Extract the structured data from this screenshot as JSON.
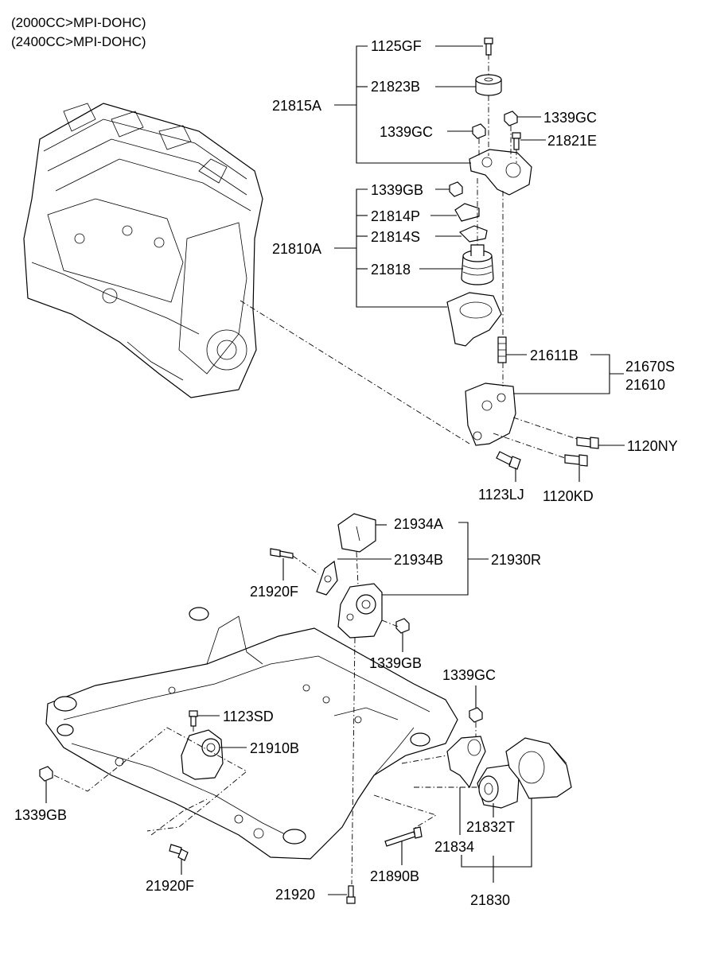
{
  "header": {
    "line1": "(2000CC>MPI-DOHC)",
    "line2": "(2400CC>MPI-DOHC)"
  },
  "labels": {
    "p1125GF": "1125GF",
    "p21823B": "21823B",
    "p21815A": "21815A",
    "p1339GC_a": "1339GC",
    "p1339GC_b": "1339GC",
    "p21821E": "21821E",
    "p1339GB_a": "1339GB",
    "p21814P": "21814P",
    "p21814S": "21814S",
    "p21810A": "21810A",
    "p21818": "21818",
    "p21611B": "21611B",
    "p21670S": "21670S",
    "p21610": "21610",
    "p1120NY": "1120NY",
    "p1123LJ": "1123LJ",
    "p1120KD": "1120KD",
    "p21934A": "21934A",
    "p21934B": "21934B",
    "p21930R": "21930R",
    "p21920F_a": "21920F",
    "p1339GB_b": "1339GB",
    "p1339GC_c": "1339GC",
    "p1123SD": "1123SD",
    "p21910B": "21910B",
    "p1339GB_c": "1339GB",
    "p21832T": "21832T",
    "p21834": "21834",
    "p21920F_b": "21920F",
    "p21890B": "21890B",
    "p21920": "21920",
    "p21830": "21830"
  }
}
